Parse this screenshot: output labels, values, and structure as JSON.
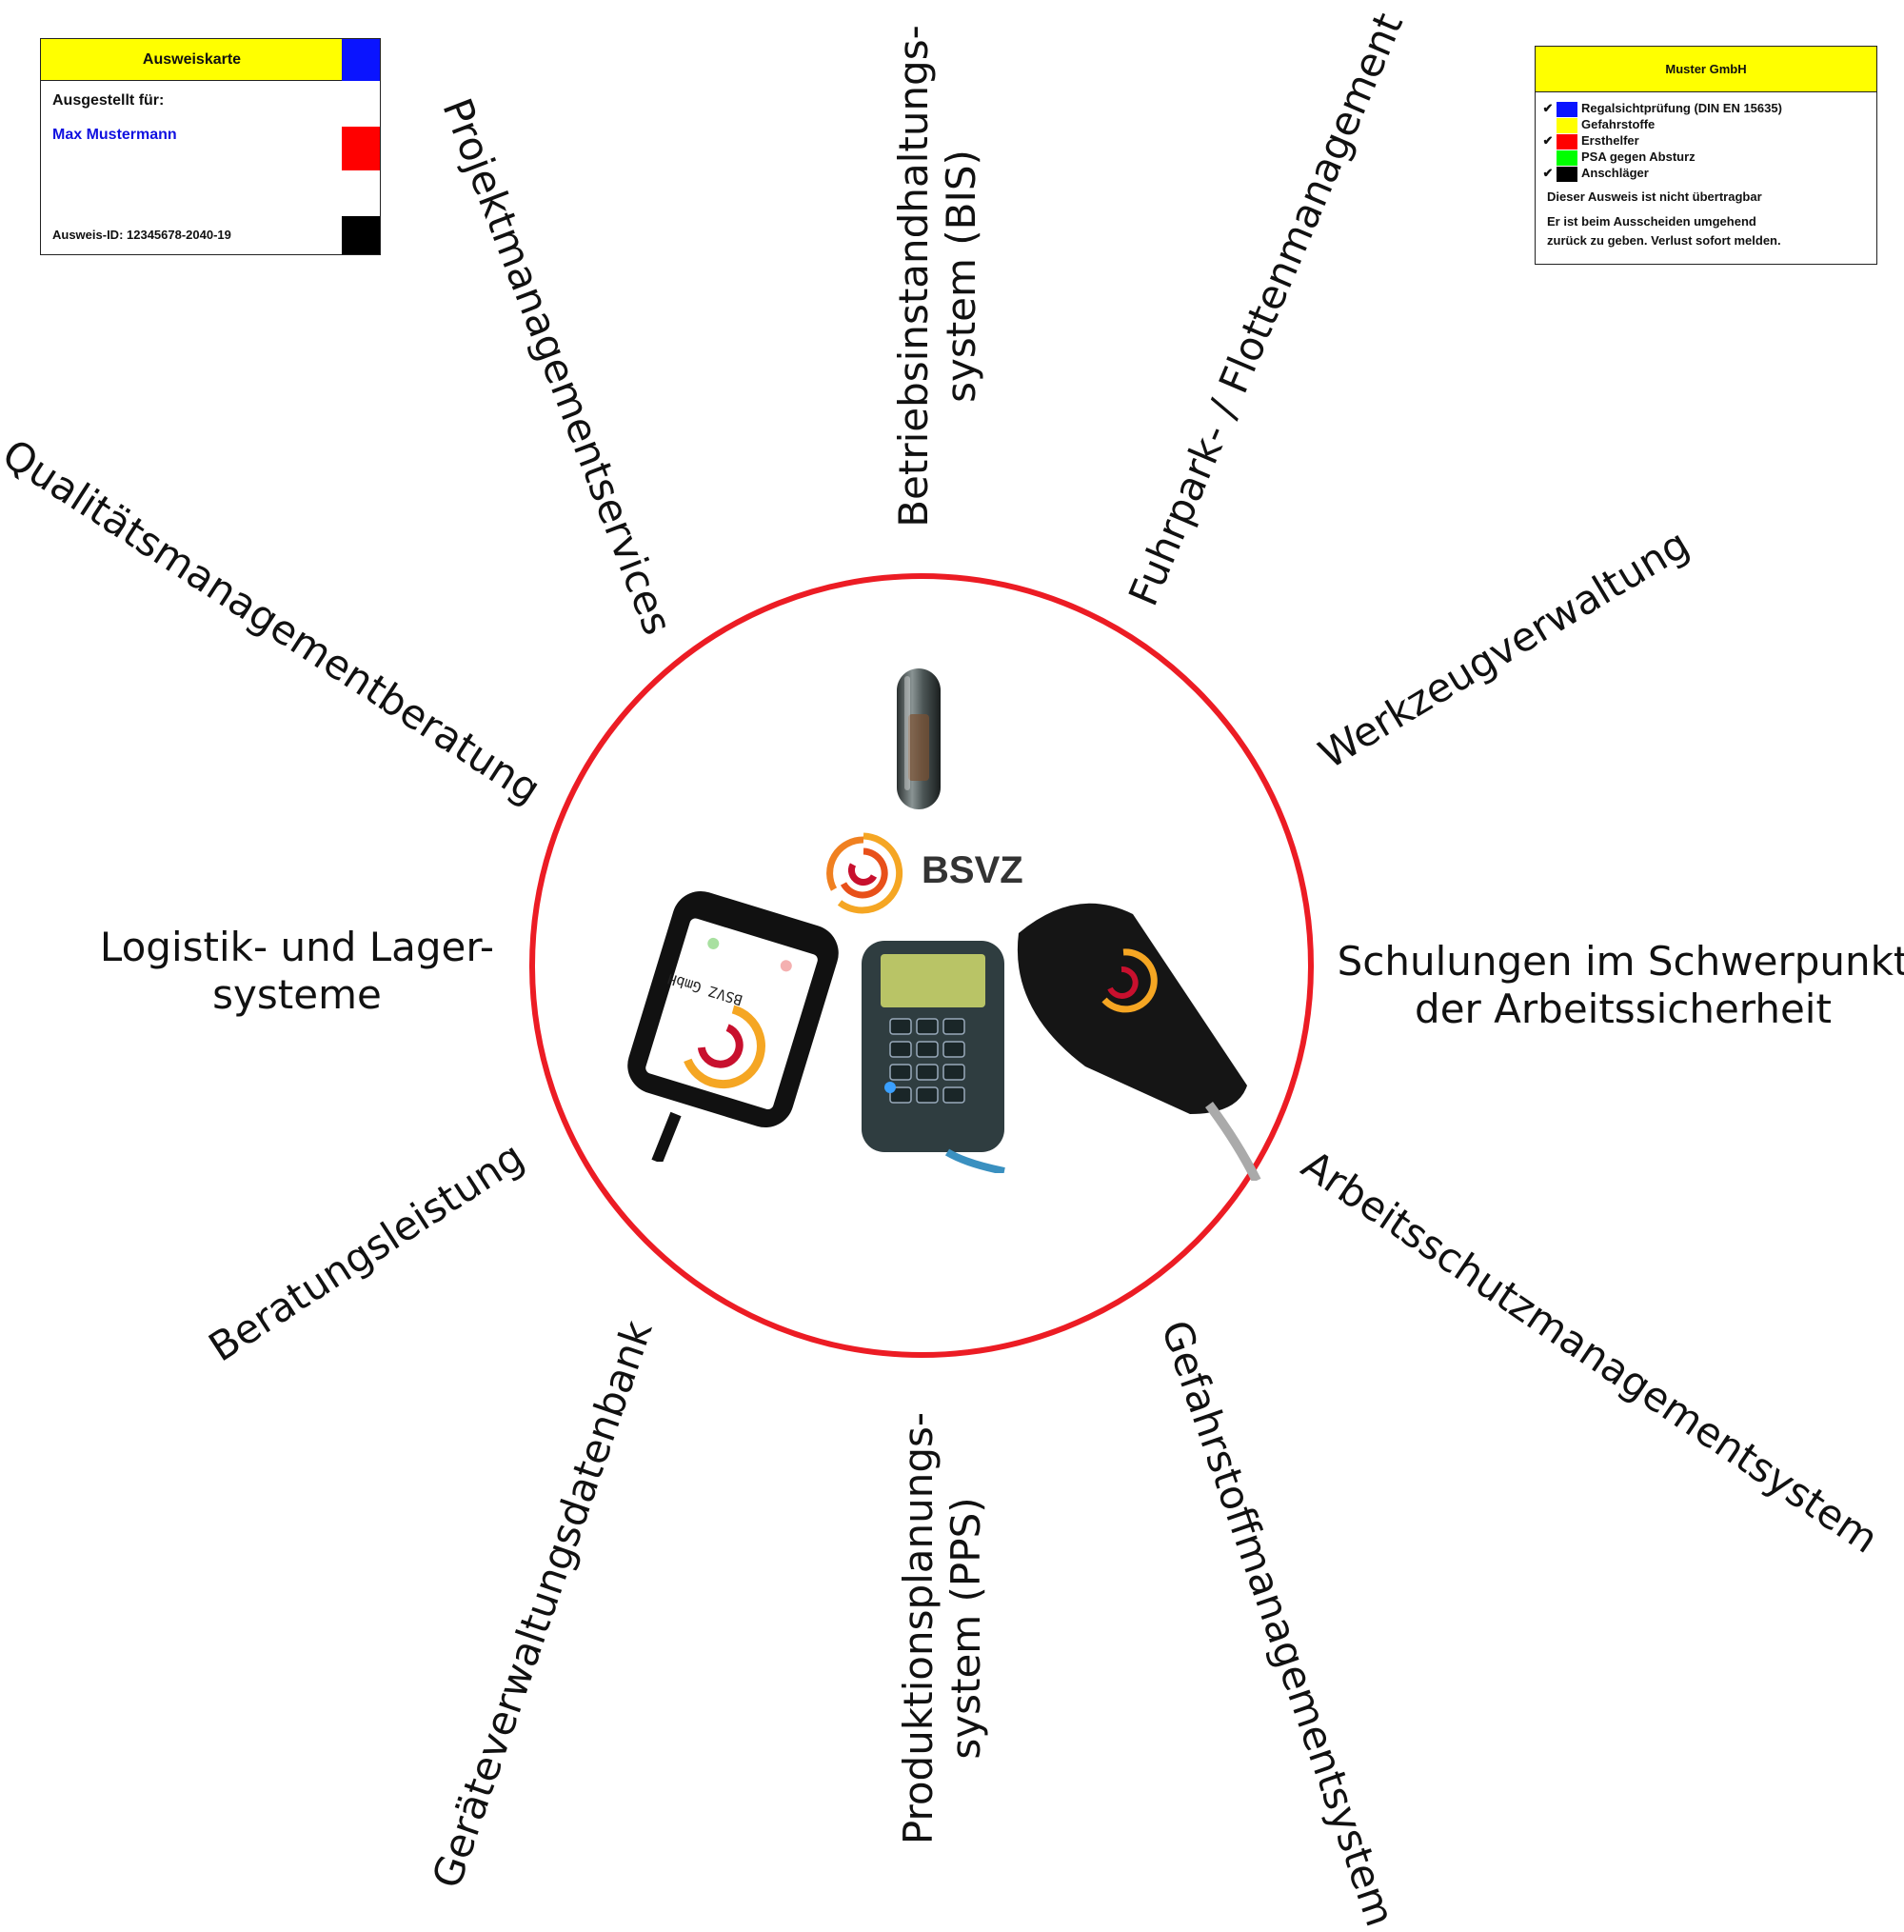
{
  "id_card": {
    "title": "Ausweiskarte",
    "issued_label": "Ausgestellt für:",
    "holder": "Max Mustermann",
    "id_text": "Ausweis-ID: 12345678-2040-19",
    "strip_colors": [
      "#0a14ff",
      "#ffffff",
      "#ff0000",
      "#ffffff",
      "#000000"
    ],
    "holder_color": "#1010e0"
  },
  "company_card": {
    "title": "Muster GmbH",
    "items": [
      {
        "check": "✔",
        "color": "#0a14ff",
        "label": "Regalsichtprüfung (DIN EN 15635)"
      },
      {
        "check": "",
        "color": "#ffff00",
        "label": "Gefahrstoffe"
      },
      {
        "check": "✔",
        "color": "#ff0000",
        "label": "Ersthelfer"
      },
      {
        "check": "",
        "color": "#00ff00",
        "label": "PSA gegen Absturz"
      },
      {
        "check": "✔",
        "color": "#000000",
        "label": "Anschläger"
      }
    ],
    "note1": "Dieser Ausweis ist nicht übertragbar",
    "note2": "Er ist beim Ausscheiden umgehend",
    "note3": "zurück zu geben. Verlust sofort melden."
  },
  "ring_color": "#ec1c24",
  "logo": {
    "text": "BSVZ"
  },
  "devices": {
    "reader_label": "BSVZ GmbH"
  },
  "services": [
    {
      "id": "projekt",
      "text": "Projektmanagementservices"
    },
    {
      "id": "bis_1",
      "text": "Betriebsinstandhaltungs-"
    },
    {
      "id": "bis_2",
      "text": "system (BIS)"
    },
    {
      "id": "fuhrpark",
      "text": "Fuhrpark- / Flottenmanagement"
    },
    {
      "id": "werkzeug",
      "text": "Werkzeugverwaltung"
    },
    {
      "id": "schulung_1",
      "text": "Schulungen im Schwerpunkt"
    },
    {
      "id": "schulung_2",
      "text": "der Arbeitssicherheit"
    },
    {
      "id": "arbeitsschutz",
      "text": "Arbeitsschutzmanagementsystem"
    },
    {
      "id": "gefahrstoff",
      "text": "Gefahrstoffmanagementsystem"
    },
    {
      "id": "pps_1",
      "text": "Produktionsplanungs-"
    },
    {
      "id": "pps_2",
      "text": "system (PPS)"
    },
    {
      "id": "geraete",
      "text": "Geräteverwaltungsdatenbank"
    },
    {
      "id": "beratung",
      "text": "Beratungsleistung"
    },
    {
      "id": "logistik_1",
      "text": "Logistik- und Lager-"
    },
    {
      "id": "logistik_2",
      "text": "systeme"
    },
    {
      "id": "qualitaet",
      "text": "Qualitätsmanagementberatung"
    }
  ]
}
